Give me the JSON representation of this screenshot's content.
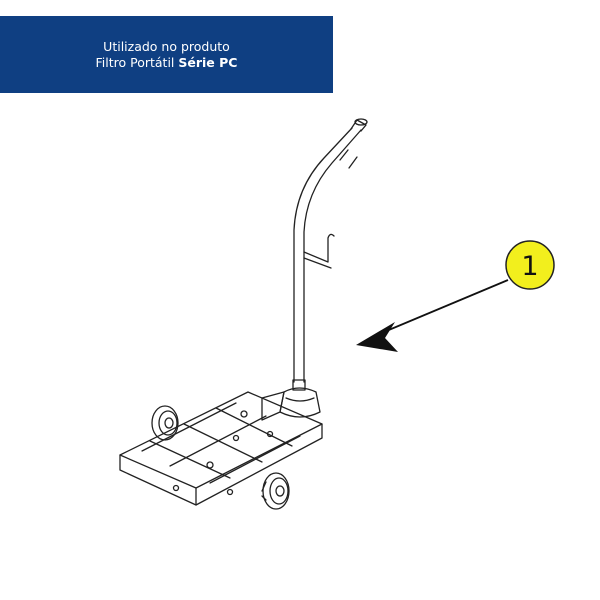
{
  "banner": {
    "line1": "Utilizado no produto",
    "line2_prefix": "Filtro Portátil ",
    "line2_bold": "Série PC",
    "background": "#0f3f82"
  },
  "callout": {
    "number": "1",
    "fill": "#f2ef1d"
  }
}
